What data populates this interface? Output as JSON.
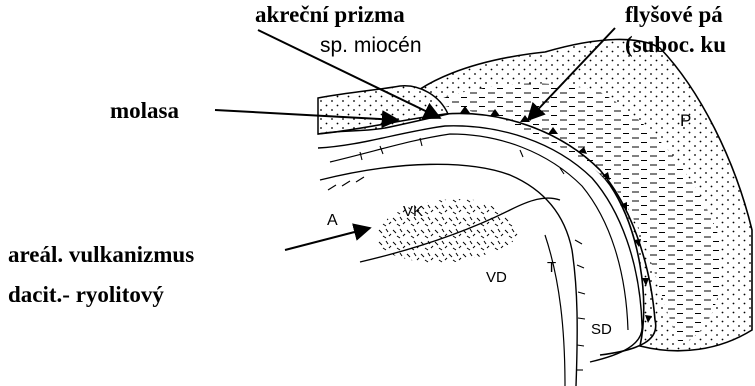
{
  "labels": {
    "accretionary_prism": "akreční prizma",
    "age": "sp. miocén",
    "flysch_line1": "flyšové pá",
    "flysch_line2": "(suboc. ku",
    "molasse": "molasa",
    "volcanism_line1": "areál. vulkanizmus",
    "volcanism_line2": "dacit.- ryolitový"
  },
  "map_letters": {
    "p": "P",
    "a": "A",
    "vk": "VK",
    "vd": "VD",
    "t": "T",
    "sd": "SD"
  }
}
